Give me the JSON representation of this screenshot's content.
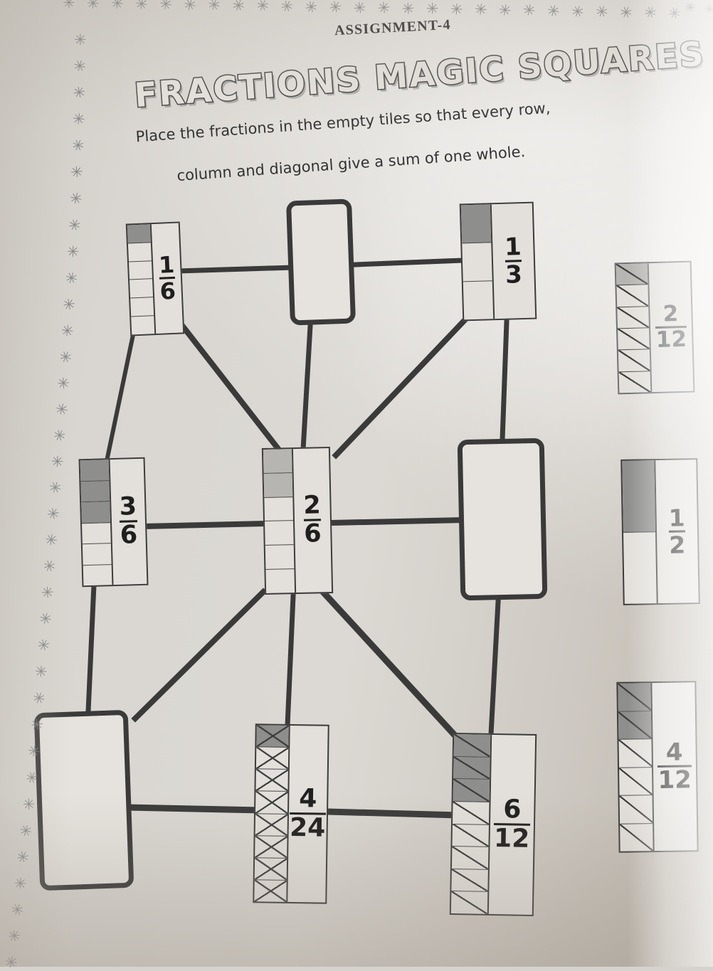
{
  "header": {
    "assignment": "ASSIGNMENT-4",
    "title": "FRACTIONS MAGIC SQUARES",
    "instruction_line1": "Place the fractions in the empty tiles so that every row,",
    "instruction_line2": "column and diagonal give a sum of one whole."
  },
  "colors": {
    "page_background": "#d6d3ce",
    "ink": "#3c3c3c",
    "shade_fill": "#8e8e8c",
    "light_shade_fill": "#b7b5b1",
    "title_fill": "#e7e4df",
    "tile_face": "#e3e0db"
  },
  "decoration": {
    "border_glyph": "✳",
    "border_glyph_name": "asterisk-flower-icon"
  },
  "grid": {
    "name": "magic-square-grid",
    "rows": 3,
    "columns": 3,
    "cells": [
      {
        "id": "r1c1",
        "type": "fraction",
        "numerator": "1",
        "denominator": "6",
        "segments": 6,
        "shaded": 1,
        "pattern": "plain"
      },
      {
        "id": "r1c2",
        "type": "empty",
        "numerator": "",
        "denominator": "",
        "segments": 0,
        "shaded": 0,
        "pattern": "none"
      },
      {
        "id": "r1c3",
        "type": "fraction",
        "numerator": "1",
        "denominator": "3",
        "segments": 3,
        "shaded": 1,
        "pattern": "plain"
      },
      {
        "id": "r2c1",
        "type": "fraction",
        "numerator": "3",
        "denominator": "6",
        "segments": 6,
        "shaded": 3,
        "pattern": "plain"
      },
      {
        "id": "r2c2",
        "type": "fraction",
        "numerator": "2",
        "denominator": "6",
        "segments": 6,
        "shaded": 2,
        "pattern": "plain"
      },
      {
        "id": "r2c3",
        "type": "empty",
        "numerator": "",
        "denominator": "",
        "segments": 0,
        "shaded": 0,
        "pattern": "none"
      },
      {
        "id": "r3c1",
        "type": "empty",
        "numerator": "",
        "denominator": "",
        "segments": 0,
        "shaded": 0,
        "pattern": "none"
      },
      {
        "id": "r3c2",
        "type": "fraction",
        "numerator": "4",
        "denominator": "24",
        "segments": 8,
        "shaded": 1,
        "pattern": "cross"
      },
      {
        "id": "r3c3",
        "type": "fraction",
        "numerator": "6",
        "denominator": "12",
        "segments": 8,
        "shaded": 3,
        "pattern": "diag"
      }
    ]
  },
  "answer_bank": {
    "name": "fraction-answer-bank",
    "tiles": [
      {
        "id": "bank1",
        "numerator": "2",
        "denominator": "12",
        "segments": 6,
        "shaded": 1,
        "pattern": "diag"
      },
      {
        "id": "bank2",
        "numerator": "1",
        "denominator": "2",
        "segments": 2,
        "shaded": 1,
        "pattern": "plain"
      },
      {
        "id": "bank3",
        "numerator": "4",
        "denominator": "12",
        "segments": 6,
        "shaded": 2,
        "pattern": "diag"
      }
    ]
  }
}
